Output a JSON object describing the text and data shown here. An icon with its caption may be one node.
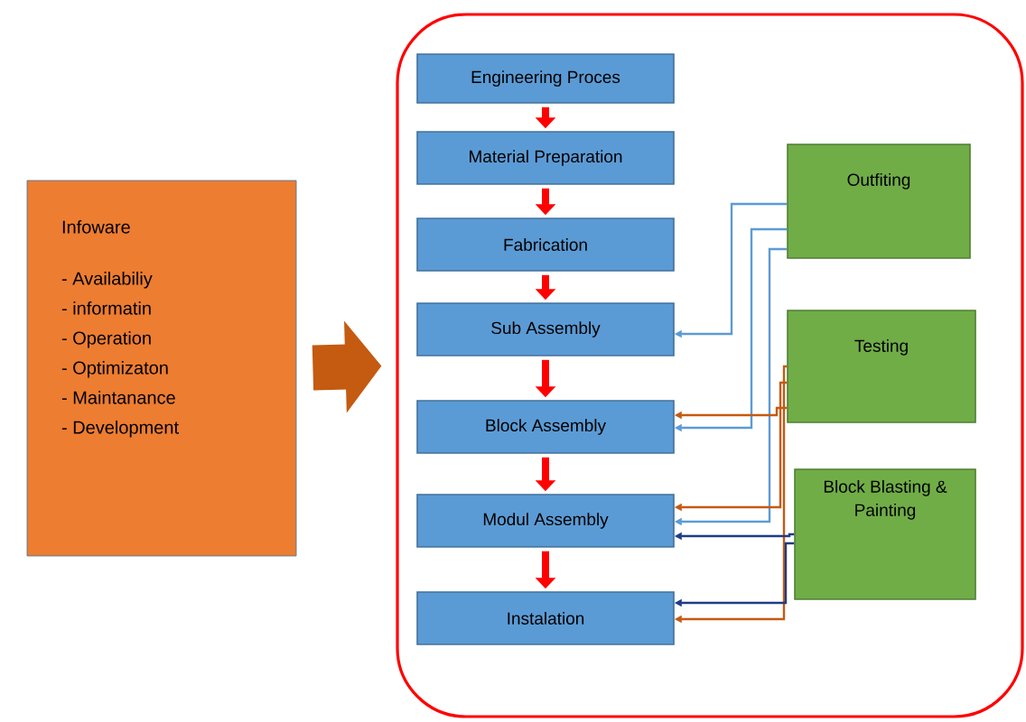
{
  "diagram": {
    "nodes": [
      {
        "text": [
          "Infoware",
          "- Availabiliy",
          "- informatin",
          "- Operation",
          "- Optimizaton",
          "- Maintanance",
          "- Development"
        ]
      },
      {
        "text": [],
        "shape": "box"
      },
      {
        "text": [
          "Engineering Proces"
        ],
        "in": 1
      },
      {
        "text": [
          "Material Preparation"
        ],
        "in": 1
      },
      {
        "text": [
          "Fabrication"
        ],
        "in": 1
      },
      {
        "text": [
          "Sub Assembly"
        ],
        "in": 1
      },
      {
        "text": [
          "Block Assembly"
        ],
        "in": 1
      },
      {
        "text": [
          "Modul Assembly"
        ],
        "in": 1
      },
      {
        "text": [
          "Instalation"
        ],
        "in": 1
      },
      {
        "text": [
          "Outfiting"
        ],
        "in": 1
      },
      {
        "text": [
          "Testing"
        ],
        "in": 1
      },
      {
        "text": [
          "Block Blasting & Painting"
        ],
        "in": 1
      }
    ],
    "edges": [
      {
        "from": 0,
        "to": 1,
        "arrow": "to",
        "style": "thick",
        "color": "#c55a11"
      },
      {
        "from": 2,
        "to": 3,
        "arrow": "to",
        "style": "thick"
      },
      {
        "from": 3,
        "to": 4,
        "arrow": "to",
        "style": "thick"
      },
      {
        "from": 4,
        "to": 5,
        "arrow": "to",
        "style": "thick"
      },
      {
        "from": 5,
        "to": 6,
        "arrow": "to",
        "style": "thick"
      },
      {
        "from": 6,
        "to": 7,
        "arrow": "to",
        "style": "thick"
      },
      {
        "from": 7,
        "to": 8,
        "arrow": "to",
        "style": "thick"
      },
      {
        "from": 9,
        "to": 5,
        "arrow": "to",
        "color": "#5b9bd5"
      },
      {
        "from": 9,
        "to": 6,
        "arrow": "to",
        "color": "#5b9bd5"
      },
      {
        "from": 9,
        "to": 7,
        "arrow": "to",
        "color": "#5b9bd5"
      },
      {
        "from": 10,
        "to": 6,
        "arrow": "to",
        "color": "#c55a11"
      },
      {
        "from": 10,
        "to": 7,
        "arrow": "to",
        "color": "#c55a11"
      },
      {
        "from": 10,
        "to": 8,
        "arrow": "to",
        "color": "#c55a11"
      },
      {
        "from": 11,
        "to": 7,
        "arrow": "to",
        "color": "#1f3c88"
      },
      {
        "from": 11,
        "to": 8,
        "arrow": "to",
        "color": "#1f3c88"
      }
    ]
  }
}
